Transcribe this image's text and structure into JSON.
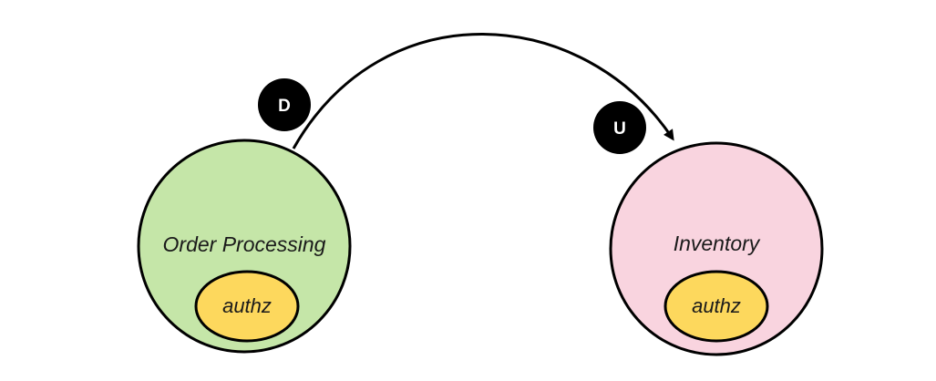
{
  "contexts": [
    {
      "name": "Order Processing",
      "fill": "#c5e6a8",
      "module": {
        "label": "authz",
        "fill": "#fdd85d"
      }
    },
    {
      "name": "Inventory",
      "fill": "#f9d4df",
      "module": {
        "label": "authz",
        "fill": "#fdd85d"
      }
    }
  ],
  "relationship": {
    "downstream_badge": "D",
    "upstream_badge": "U",
    "badge_color": "#000000",
    "stroke_color": "#000000"
  }
}
